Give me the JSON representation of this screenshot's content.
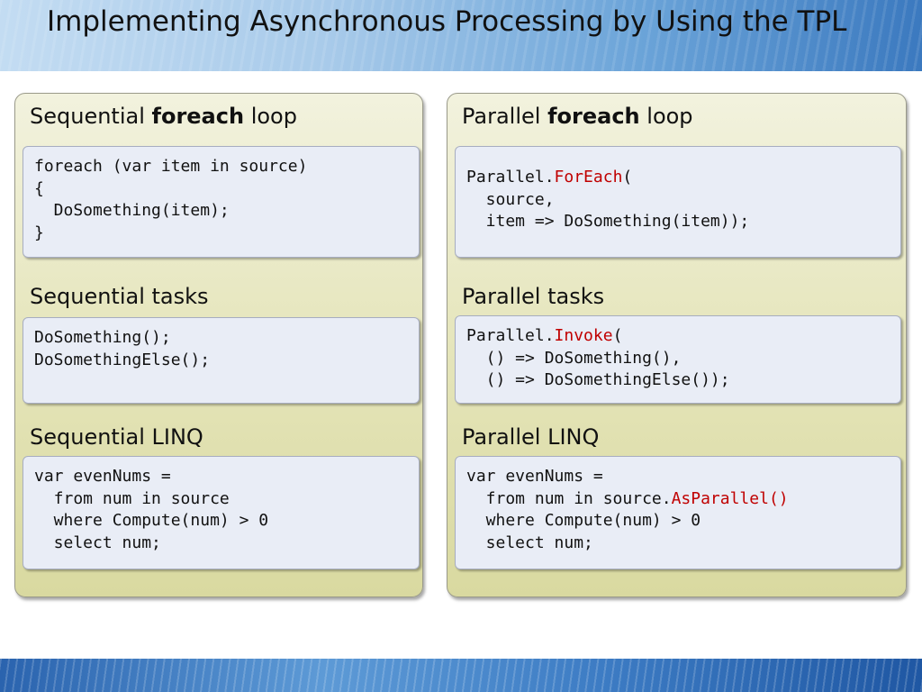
{
  "slide": {
    "title": "Implementing Asynchronous Processing by Using the TPL"
  },
  "sequential": {
    "foreach": {
      "heading_pre": "Sequential ",
      "heading_bold": "foreach",
      "heading_post": " loop",
      "code": "foreach (var item in source)\n{\n  DoSomething(item);\n}"
    },
    "tasks": {
      "heading": "Sequential tasks",
      "code": "DoSomething();\nDoSomethingElse();"
    },
    "linq": {
      "heading": "Sequential LINQ",
      "code": "var evenNums =\n  from num in source\n  where Compute(num) > 0\n  select num;"
    }
  },
  "parallel": {
    "foreach": {
      "heading_pre": "Parallel ",
      "heading_bold": "foreach",
      "heading_post": " loop",
      "code_prefix": "Parallel.",
      "code_keyword": "ForEach",
      "code_suffix": "(\n  source,\n  item => DoSomething(item));"
    },
    "tasks": {
      "heading": "Parallel tasks",
      "code_prefix": "Parallel.",
      "code_keyword": "Invoke",
      "code_suffix": "(\n  () => DoSomething(),\n  () => DoSomethingElse());"
    },
    "linq": {
      "heading": "Parallel LINQ",
      "code_prefix": "var evenNums =\n  from num in source.",
      "code_keyword": "AsParallel()",
      "code_suffix": "\n  where Compute(num) > 0\n  select num;"
    }
  },
  "colors": {
    "keyword_highlight": "#c00000",
    "panel_fill": "#e4e4b8",
    "code_box_fill": "#e9edf6"
  }
}
